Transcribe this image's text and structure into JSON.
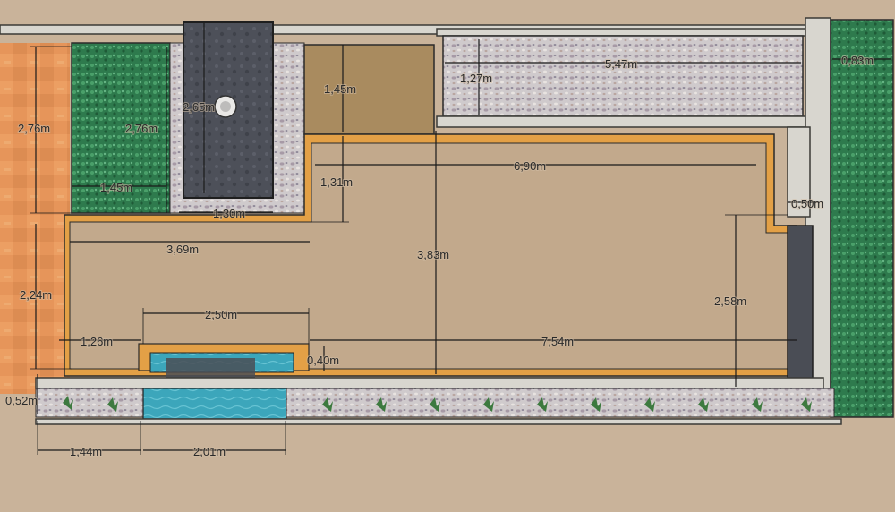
{
  "colors": {
    "ground": "#c9b39a",
    "floor": "#c4ab8f",
    "tile_orange": "#e39a5a",
    "tile_border": "#e3a046",
    "planter_green": "#2f7a4e",
    "gravel": "#c9c4c6",
    "stone_dark": "#4b4e57",
    "sand_box": "#a88a5e",
    "pool_blue": "#3fa9bd",
    "wall": "#d8d6cf"
  },
  "areas": {
    "left_tiles": "tile-strip",
    "left_planter": "green-planter",
    "fountain_slab": "dark-stone-slab",
    "sand_box": "sand-area",
    "top_gravel": "gravel-bed",
    "right_planter": "green-planter",
    "main_floor": "patio-floor",
    "front_pool": "water-feature",
    "front_gravel": "gravel-strip"
  },
  "dimensions": {
    "d_276_left": "2,76m",
    "d_276_planter": "2,76m",
    "d_145_planter": "1,45m",
    "d_265": "2,65m",
    "d_130": "1,30m",
    "d_145_sand": "1,45m",
    "d_131": "1,31m",
    "d_127": "1,27m",
    "d_547": "5,47m",
    "d_083": "0,83m",
    "d_690": "6,90m",
    "d_050": "0,50m",
    "d_369": "3,69m",
    "d_383": "3,83m",
    "d_224": "2,24m",
    "d_258": "2,58m",
    "d_250": "2,50m",
    "d_126": "1,26m",
    "d_754": "7,54m",
    "d_040": "0,40m",
    "d_052": "0,52m",
    "d_144": "1,44m",
    "d_201": "2,01m"
  }
}
